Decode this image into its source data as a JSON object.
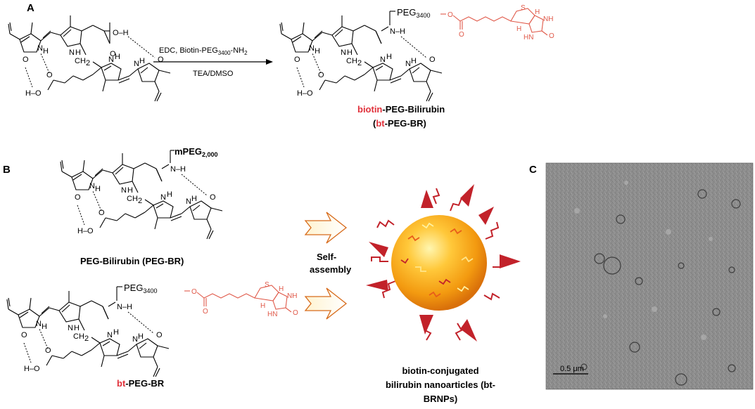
{
  "panels": {
    "a": "A",
    "b": "B",
    "c": "C"
  },
  "reaction": {
    "reagent_line1_prefix": "EDC, Biotin-PEG",
    "reagent_line1_sub": "3400",
    "reagent_line1_suffix": "-NH",
    "reagent_line1_sub2": "2",
    "reagent_line2": "TEA/DMSO"
  },
  "molecules": {
    "peg3400_prefix": "PEG",
    "peg3400_sub": "3400",
    "mpeg_prefix": "mPEG",
    "mpeg_sub": "2,000",
    "nh": "N",
    "h": "H",
    "o": "O",
    "oh": "O-H",
    "ho": "H-O",
    "ch2": "CH",
    "ch2_sub": "2",
    "s": "S",
    "o_red": "O",
    "nh_red": "NH",
    "hn_red": "HN",
    "h_red": "H"
  },
  "product_a": {
    "line1_red": "biotin",
    "line1_rest": "-PEG-Bilirubin",
    "line2_open": "(",
    "line2_red": "bt",
    "line2_rest": "-PEG-BR)"
  },
  "panel_b": {
    "peg_br_label": "PEG-Bilirubin (PEG-BR)",
    "bt_label_red": "bt",
    "bt_label_rest": "-PEG-BR",
    "self_assembly_line1": "Self-",
    "self_assembly_line2": "assembly",
    "np_line1": "biotin-conjugated",
    "np_line2": "bilirubin nanoarticles (bt-",
    "np_line3": "BRNPs)"
  },
  "panel_c": {
    "scale_bar": "0.5 μm"
  },
  "colors": {
    "highlight_red": "#e0303a",
    "biotin_red": "#e05a4a",
    "tem_gray": "#8f8f8f"
  }
}
